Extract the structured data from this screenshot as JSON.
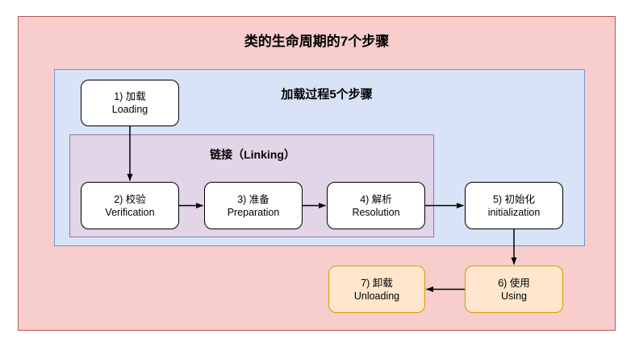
{
  "diagram": {
    "title": "类的生命周期的7个步骤",
    "groups": [
      {
        "id": "loading-group",
        "title": "加载过程5个步骤"
      },
      {
        "id": "linking-group",
        "title": "链接（Linking）"
      }
    ],
    "nodes": [
      {
        "id": "loading",
        "index": "1)",
        "cn": "1) 加载",
        "en": "Loading",
        "style": "white"
      },
      {
        "id": "verification",
        "index": "2)",
        "cn": "2) 校验",
        "en": "Verification",
        "style": "white"
      },
      {
        "id": "preparation",
        "index": "3)",
        "cn": "3) 准备",
        "en": "Preparation",
        "style": "white"
      },
      {
        "id": "resolution",
        "index": "4)",
        "cn": "4) 解析",
        "en": "Resolution",
        "style": "white"
      },
      {
        "id": "initialization",
        "index": "5)",
        "cn": "5) 初始化",
        "en": "initialization",
        "style": "white"
      },
      {
        "id": "using",
        "index": "6)",
        "cn": "6) 使用",
        "en": "Using",
        "style": "orange"
      },
      {
        "id": "unloading",
        "index": "7)",
        "cn": "7) 卸载",
        "en": "Unloading",
        "style": "orange"
      }
    ],
    "edges": [
      {
        "from": "loading",
        "to": "verification",
        "direction": "down"
      },
      {
        "from": "verification",
        "to": "preparation",
        "direction": "right"
      },
      {
        "from": "preparation",
        "to": "resolution",
        "direction": "right"
      },
      {
        "from": "resolution",
        "to": "initialization",
        "direction": "right"
      },
      {
        "from": "initialization",
        "to": "using",
        "direction": "down"
      },
      {
        "from": "using",
        "to": "unloading",
        "direction": "left"
      }
    ],
    "colors": {
      "outer_fill": "#f7cecc",
      "outer_stroke": "#b85450",
      "loading_fill": "#d8e3f7",
      "loading_stroke": "#7193d0",
      "linking_fill": "#e1d5e7",
      "linking_stroke": "#9673a6",
      "node_fill": "#ffffff",
      "node_stroke": "#000000",
      "orange_fill": "#ffe6cc",
      "orange_stroke": "#d79b00",
      "edge_stroke": "#000000",
      "text": "#000000"
    }
  }
}
